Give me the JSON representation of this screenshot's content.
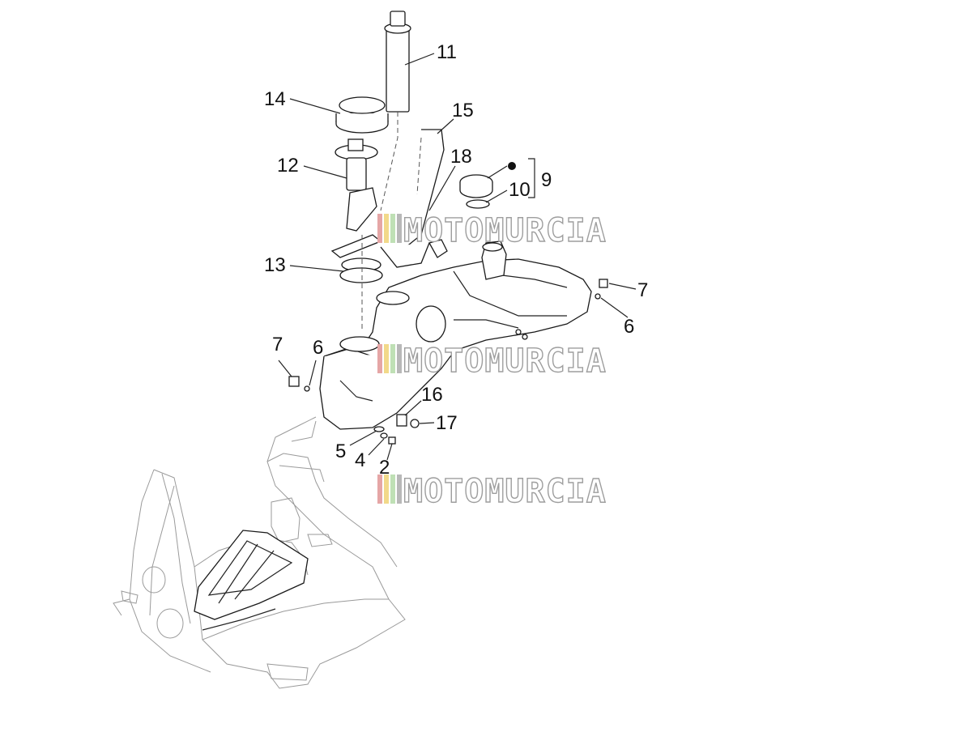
{
  "watermark": {
    "text": "MOTOMURCIA",
    "stripe_colors": [
      "#e5a6a6",
      "#f2d98a",
      "#bfe0b5",
      "#b8b8b8"
    ]
  },
  "callouts": [
    {
      "id": "c11",
      "label": "11"
    },
    {
      "id": "c14",
      "label": "14"
    },
    {
      "id": "c15",
      "label": "15"
    },
    {
      "id": "c12",
      "label": "12"
    },
    {
      "id": "c18",
      "label": "18"
    },
    {
      "id": "c9",
      "label": "9"
    },
    {
      "id": "c10",
      "label": "10"
    },
    {
      "id": "c13",
      "label": "13"
    },
    {
      "id": "c7a",
      "label": "7"
    },
    {
      "id": "c6a",
      "label": "6"
    },
    {
      "id": "c7b",
      "label": "7"
    },
    {
      "id": "c6b",
      "label": "6"
    },
    {
      "id": "c16",
      "label": "16"
    },
    {
      "id": "c17",
      "label": "17"
    },
    {
      "id": "c5",
      "label": "5"
    },
    {
      "id": "c4",
      "label": "4"
    },
    {
      "id": "c2",
      "label": "2"
    }
  ]
}
